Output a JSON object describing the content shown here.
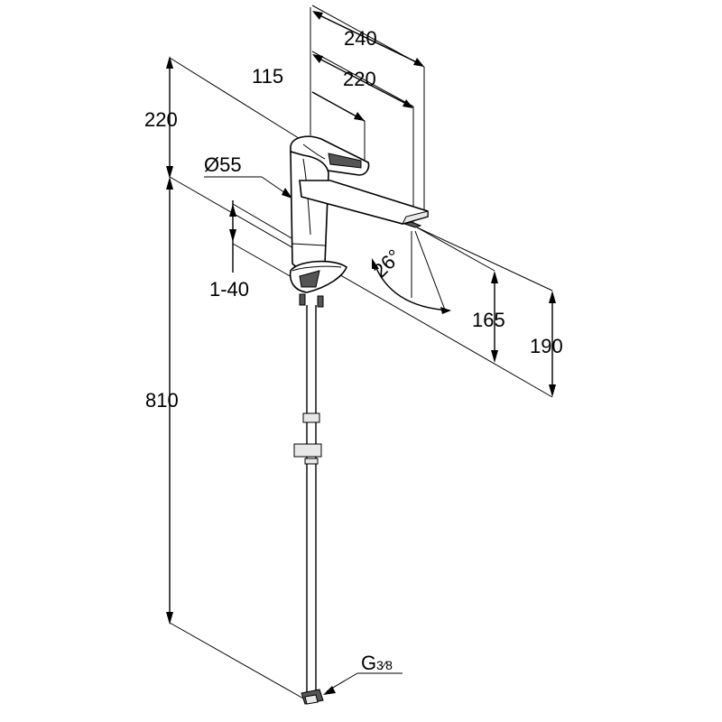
{
  "dimensions": {
    "top_width": "240",
    "spout_reach": "220",
    "lever_length": "115",
    "upper_height": "220",
    "diameter": "Ø55",
    "deck_thickness": "1-40",
    "hose_length": "810",
    "spout_height": "165",
    "total_height": "190",
    "swivel_angle": "26°",
    "connection_thread": "G",
    "connection_fraction": "3⁄8"
  }
}
